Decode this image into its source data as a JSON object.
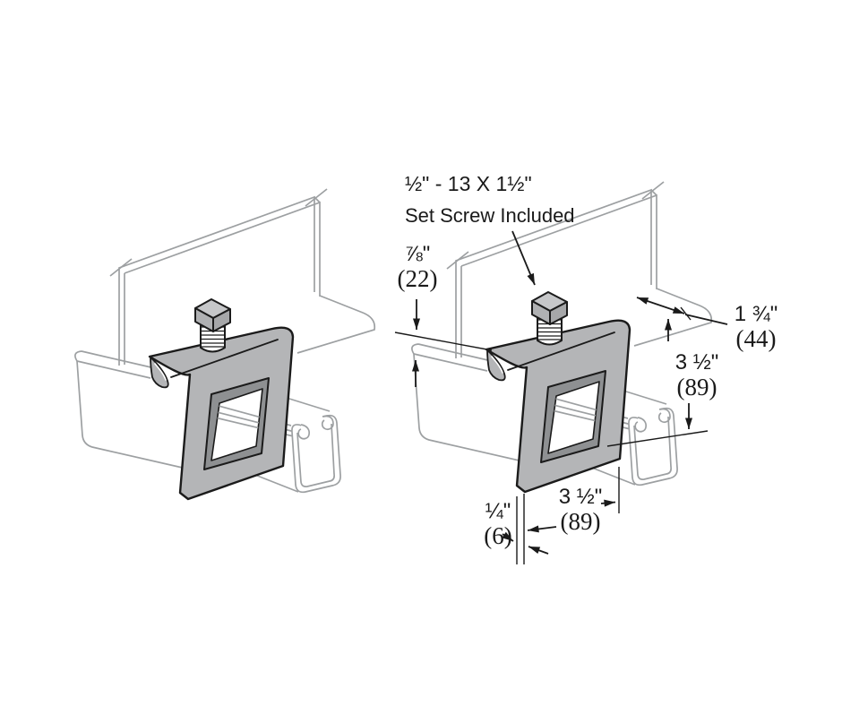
{
  "drawing": {
    "type": "isometric technical illustration, two views of a window beam clamp on a beam flange with strut channel and set screw",
    "colors": {
      "background": "#ffffff",
      "beam_outline": "#9da0a2",
      "clamp_fill": "#b4b5b7",
      "clamp_outline": "#1b1b1b",
      "hole_wall_fill": "#8e9092",
      "screw_top_fill": "#c6c7c9",
      "screw_side_fill": "#aeafb1",
      "annotation": "#1a1a1a"
    }
  },
  "annotations": {
    "set_screw_note": {
      "line1": "½\" - 13 X 1½\"",
      "line2": "Set Screw Included"
    },
    "dimensions": {
      "throat": {
        "imperial": "⅞\"",
        "metric": "(22)"
      },
      "max_flange": {
        "imperial": "1 ¾\"",
        "metric": "(44)"
      },
      "height": {
        "imperial": "3 ½\"",
        "metric": "(89)"
      },
      "width": {
        "imperial": "3 ½\"",
        "metric": "(89)"
      },
      "thickness": {
        "imperial": "¼\"",
        "metric": "(6)"
      }
    }
  }
}
